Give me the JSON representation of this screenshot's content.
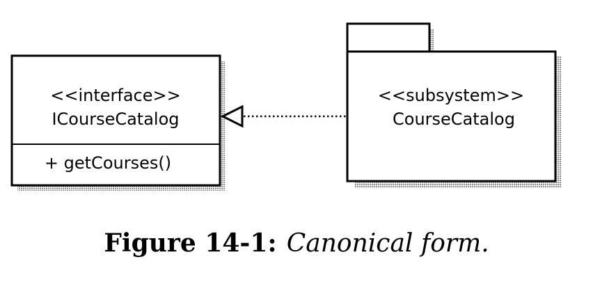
{
  "interface_class": {
    "stereotype": "<<interface>>",
    "name": "ICourseCatalog",
    "operation": "+ getCourses()"
  },
  "subsystem_package": {
    "stereotype": "<<subsystem>>",
    "name": "CourseCatalog"
  },
  "relationship": {
    "type": "realization",
    "from": "CourseCatalog",
    "to": "ICourseCatalog"
  },
  "caption": {
    "label": "Figure 14-1:",
    "text": "Canonical form."
  },
  "colors": {
    "line": "#000000",
    "shadow": "#9a9a9a",
    "background": "#ffffff"
  }
}
